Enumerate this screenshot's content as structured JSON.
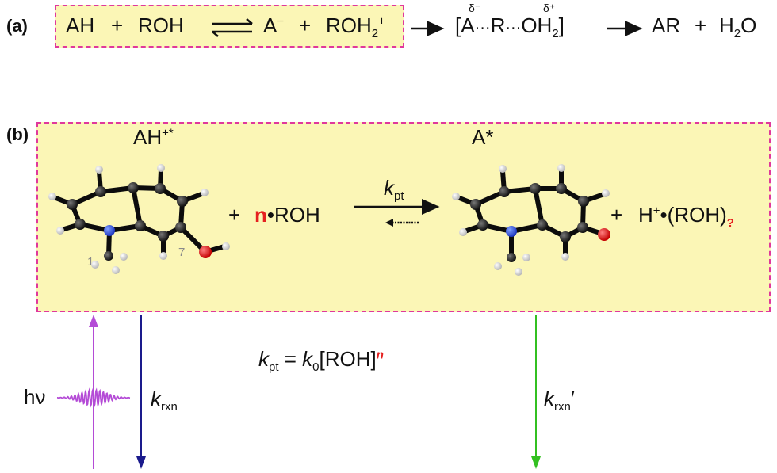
{
  "panel_a": {
    "label": "(a)",
    "reactant_1": "AH",
    "plus_1": "+",
    "reactant_2": "ROH",
    "product_1": "A",
    "product_1_charge": "−",
    "plus_2": "+",
    "product_2": "ROH",
    "product_2_sub": "2",
    "product_2_charge": "+",
    "ts_open": "[A",
    "ts_dots_1": "···",
    "ts_mid": "R",
    "ts_dots_2": "···",
    "ts_oh": "OH",
    "ts_sub": "2",
    "ts_close": "]",
    "delta_minus": "δ⁻",
    "delta_plus": "δ⁺",
    "final_1": "AR",
    "plus_3": "+",
    "final_2": "H",
    "final_2_sub": "2",
    "final_2_tail": "O"
  },
  "panel_b": {
    "label": "(b)",
    "left_species": "AH",
    "left_species_sup": "+*",
    "right_species": "A*",
    "plus_left": "+",
    "n_label": "n",
    "dot": "•",
    "roh": "ROH",
    "k_pt": "k",
    "k_pt_sub": "pt",
    "plus_right": "+",
    "h_plus": "H",
    "h_plus_sup": "+",
    "h_dot": "•",
    "roh_group": "(ROH)",
    "question": "?",
    "atom_label_1": "1",
    "atom_label_7": "7"
  },
  "kinetics": {
    "hv": "hν",
    "k_rxn": "k",
    "k_rxn_sub": "rxn",
    "k_rxn_prime": "k",
    "k_rxn_prime_sub": "rxn",
    "prime": "′",
    "eq_k": "k",
    "eq_k_sub": "pt",
    "eq_equals": "=",
    "eq_k0": "k",
    "eq_k0_sub": "0",
    "eq_bracket": "[ROH]",
    "eq_n": "n"
  },
  "colors": {
    "box_fill": "#fbf6b6",
    "box_border": "#e0389c",
    "excitation": "#b44bd6",
    "decay_left": "#1a1a8c",
    "decay_right": "#33c021",
    "highlight": "#e5201f",
    "carbon": "#151515",
    "nitrogen": "#2c4bd8",
    "oxygen": "#e01010",
    "hydrogen": "#eeeeee"
  }
}
